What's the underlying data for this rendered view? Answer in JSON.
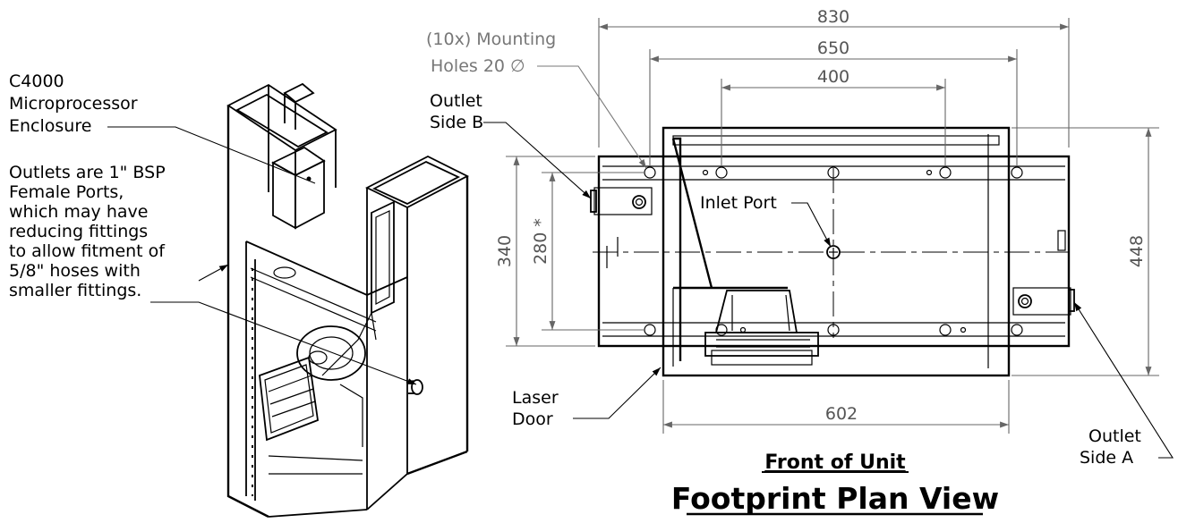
{
  "labels": {
    "enclosure": [
      "C4000",
      "Microprocessor",
      "Enclosure"
    ],
    "outlets_note": [
      "Outlets are 1\" BSP",
      "Female Ports,",
      "which may have",
      "reducing fittings",
      "to allow fitment of",
      "5/8\" hoses with",
      "smaller fittings."
    ],
    "mounting_holes": [
      "(10x) Mounting",
      "Holes 20 ∅"
    ],
    "outlet_side_b": [
      "Outlet",
      "Side B"
    ],
    "inlet_port": "Inlet Port",
    "laser_door": [
      "Laser",
      "Door"
    ],
    "outlet_side_a": [
      "Outlet",
      "Side A"
    ]
  },
  "dimensions": {
    "overall_width": "830",
    "hole_span_outer": "650",
    "hole_span_inner": "400",
    "base_width": "602",
    "overall_depth": "448",
    "frame_depth": "340",
    "hole_depth": "280 *"
  },
  "titles": {
    "front": "Front of Unit",
    "view": "Footprint Plan View"
  }
}
